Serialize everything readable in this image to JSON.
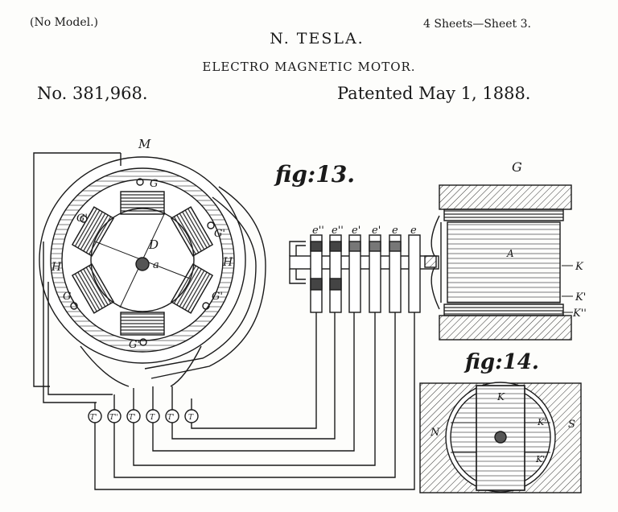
{
  "header": {
    "no_model": "(No Model.)",
    "sheets": "4 Sheets—Sheet 3.",
    "inventor": "N. TESLA.",
    "title": "ELECTRO MAGNETIC MOTOR.",
    "patent_no": "No. 381,968.",
    "patented": "Patented May 1, 1888."
  },
  "figures": {
    "fig13": "fig:13.",
    "fig14": "fig:14."
  },
  "motor_labels": {
    "M": "M",
    "D": "D",
    "a": "a",
    "H_left": "H",
    "H_right": "H",
    "G_top": "G",
    "G_upper_left": "G'",
    "G_upper_right": "G'",
    "G_lower_left": "G",
    "G_lower_right": "G'",
    "G_bottom": "G'"
  },
  "terminals": [
    "T'",
    "T''",
    "T'",
    "T",
    "T'",
    "T"
  ],
  "commutator_labels": [
    "e''",
    "e''",
    "e'",
    "e'",
    "e",
    "e"
  ],
  "fig13_labels": {
    "G": "G",
    "A": "A",
    "K": "K",
    "K1": "K'",
    "K2": "K''"
  },
  "fig14_labels": {
    "K": "K",
    "K1": "K'",
    "K2": "K''",
    "N": "N",
    "S": "S"
  }
}
